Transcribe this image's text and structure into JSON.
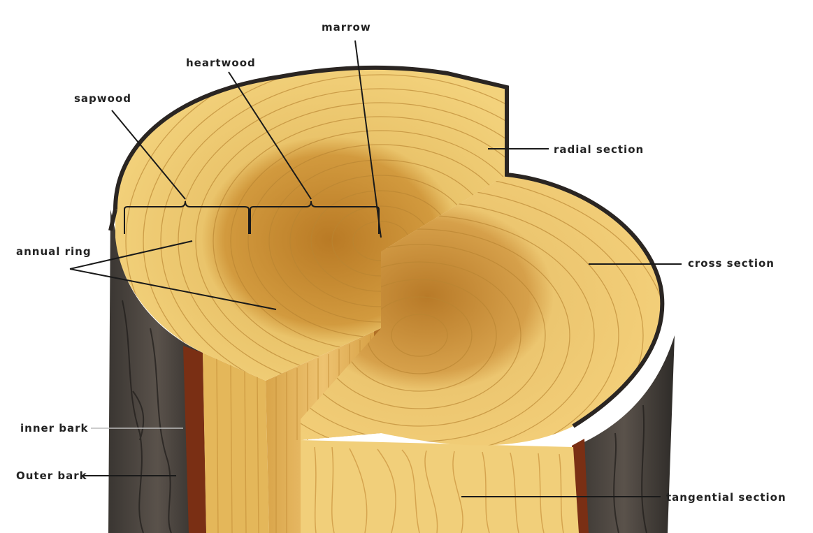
{
  "diagram": {
    "labels": {
      "marrow": "marrow",
      "heartwood": "heartwood",
      "sapwood": "sapwood",
      "annual_ring": "annual ring",
      "radial_section": "radial section",
      "cross_section": "cross section",
      "inner_bark": "inner bark",
      "outer_bark": "Outer bark",
      "tangential_section": "tangential section"
    },
    "colors": {
      "wood_light": "#f0cf6e",
      "wood_mid": "#e2b049",
      "heartwood": "#c98a2e",
      "ring_line": "#b98532",
      "bark_dark": "#2d2a27",
      "bark_mid": "#4a433d",
      "inner_bark": "#7a2f14",
      "leader_line": "#1a1a1a"
    }
  }
}
